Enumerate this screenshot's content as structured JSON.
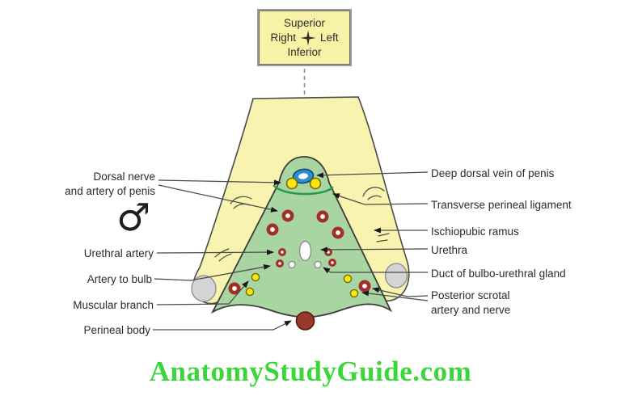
{
  "compass": {
    "superior": "Superior",
    "right": "Right",
    "left": "Left",
    "inferior": "Inferior"
  },
  "labels": {
    "dorsal_nerve_line1": "Dorsal nerve",
    "dorsal_nerve_line2": "and artery of penis",
    "urethral_artery": "Urethral artery",
    "artery_to_bulb": "Artery to bulb",
    "muscular_branch": "Muscular branch",
    "perineal_body": "Perineal body",
    "deep_dorsal_vein": "Deep dorsal vein of penis",
    "transverse_perineal_ligament": "Transverse perineal ligament",
    "ischiopubic_ramus": "Ischiopubic ramus",
    "urethra": "Urethra",
    "duct_bulbo_urethral": "Duct of bulbo-urethral gland",
    "posterior_scrotal_line1": "Posterior scrotal",
    "posterior_scrotal_line2": "artery and nerve"
  },
  "male_symbol": "♂",
  "watermark": "AnatomyStudyGuide.com",
  "colors": {
    "body_fill": "#F8F4B0",
    "perineum_fill": "#A9D5A3",
    "artery_ring_red": "#A03028",
    "nerve_yellow": "#FFE40E",
    "vein_blue": "#2E8FD0",
    "ligament_green": "#1F9E50",
    "perineal_body_red": "#9B382C",
    "ischial_tuberosity_gray": "#D4D4D4",
    "box_fill": "#F7F2A6",
    "watermark_green": "#3BD639"
  }
}
